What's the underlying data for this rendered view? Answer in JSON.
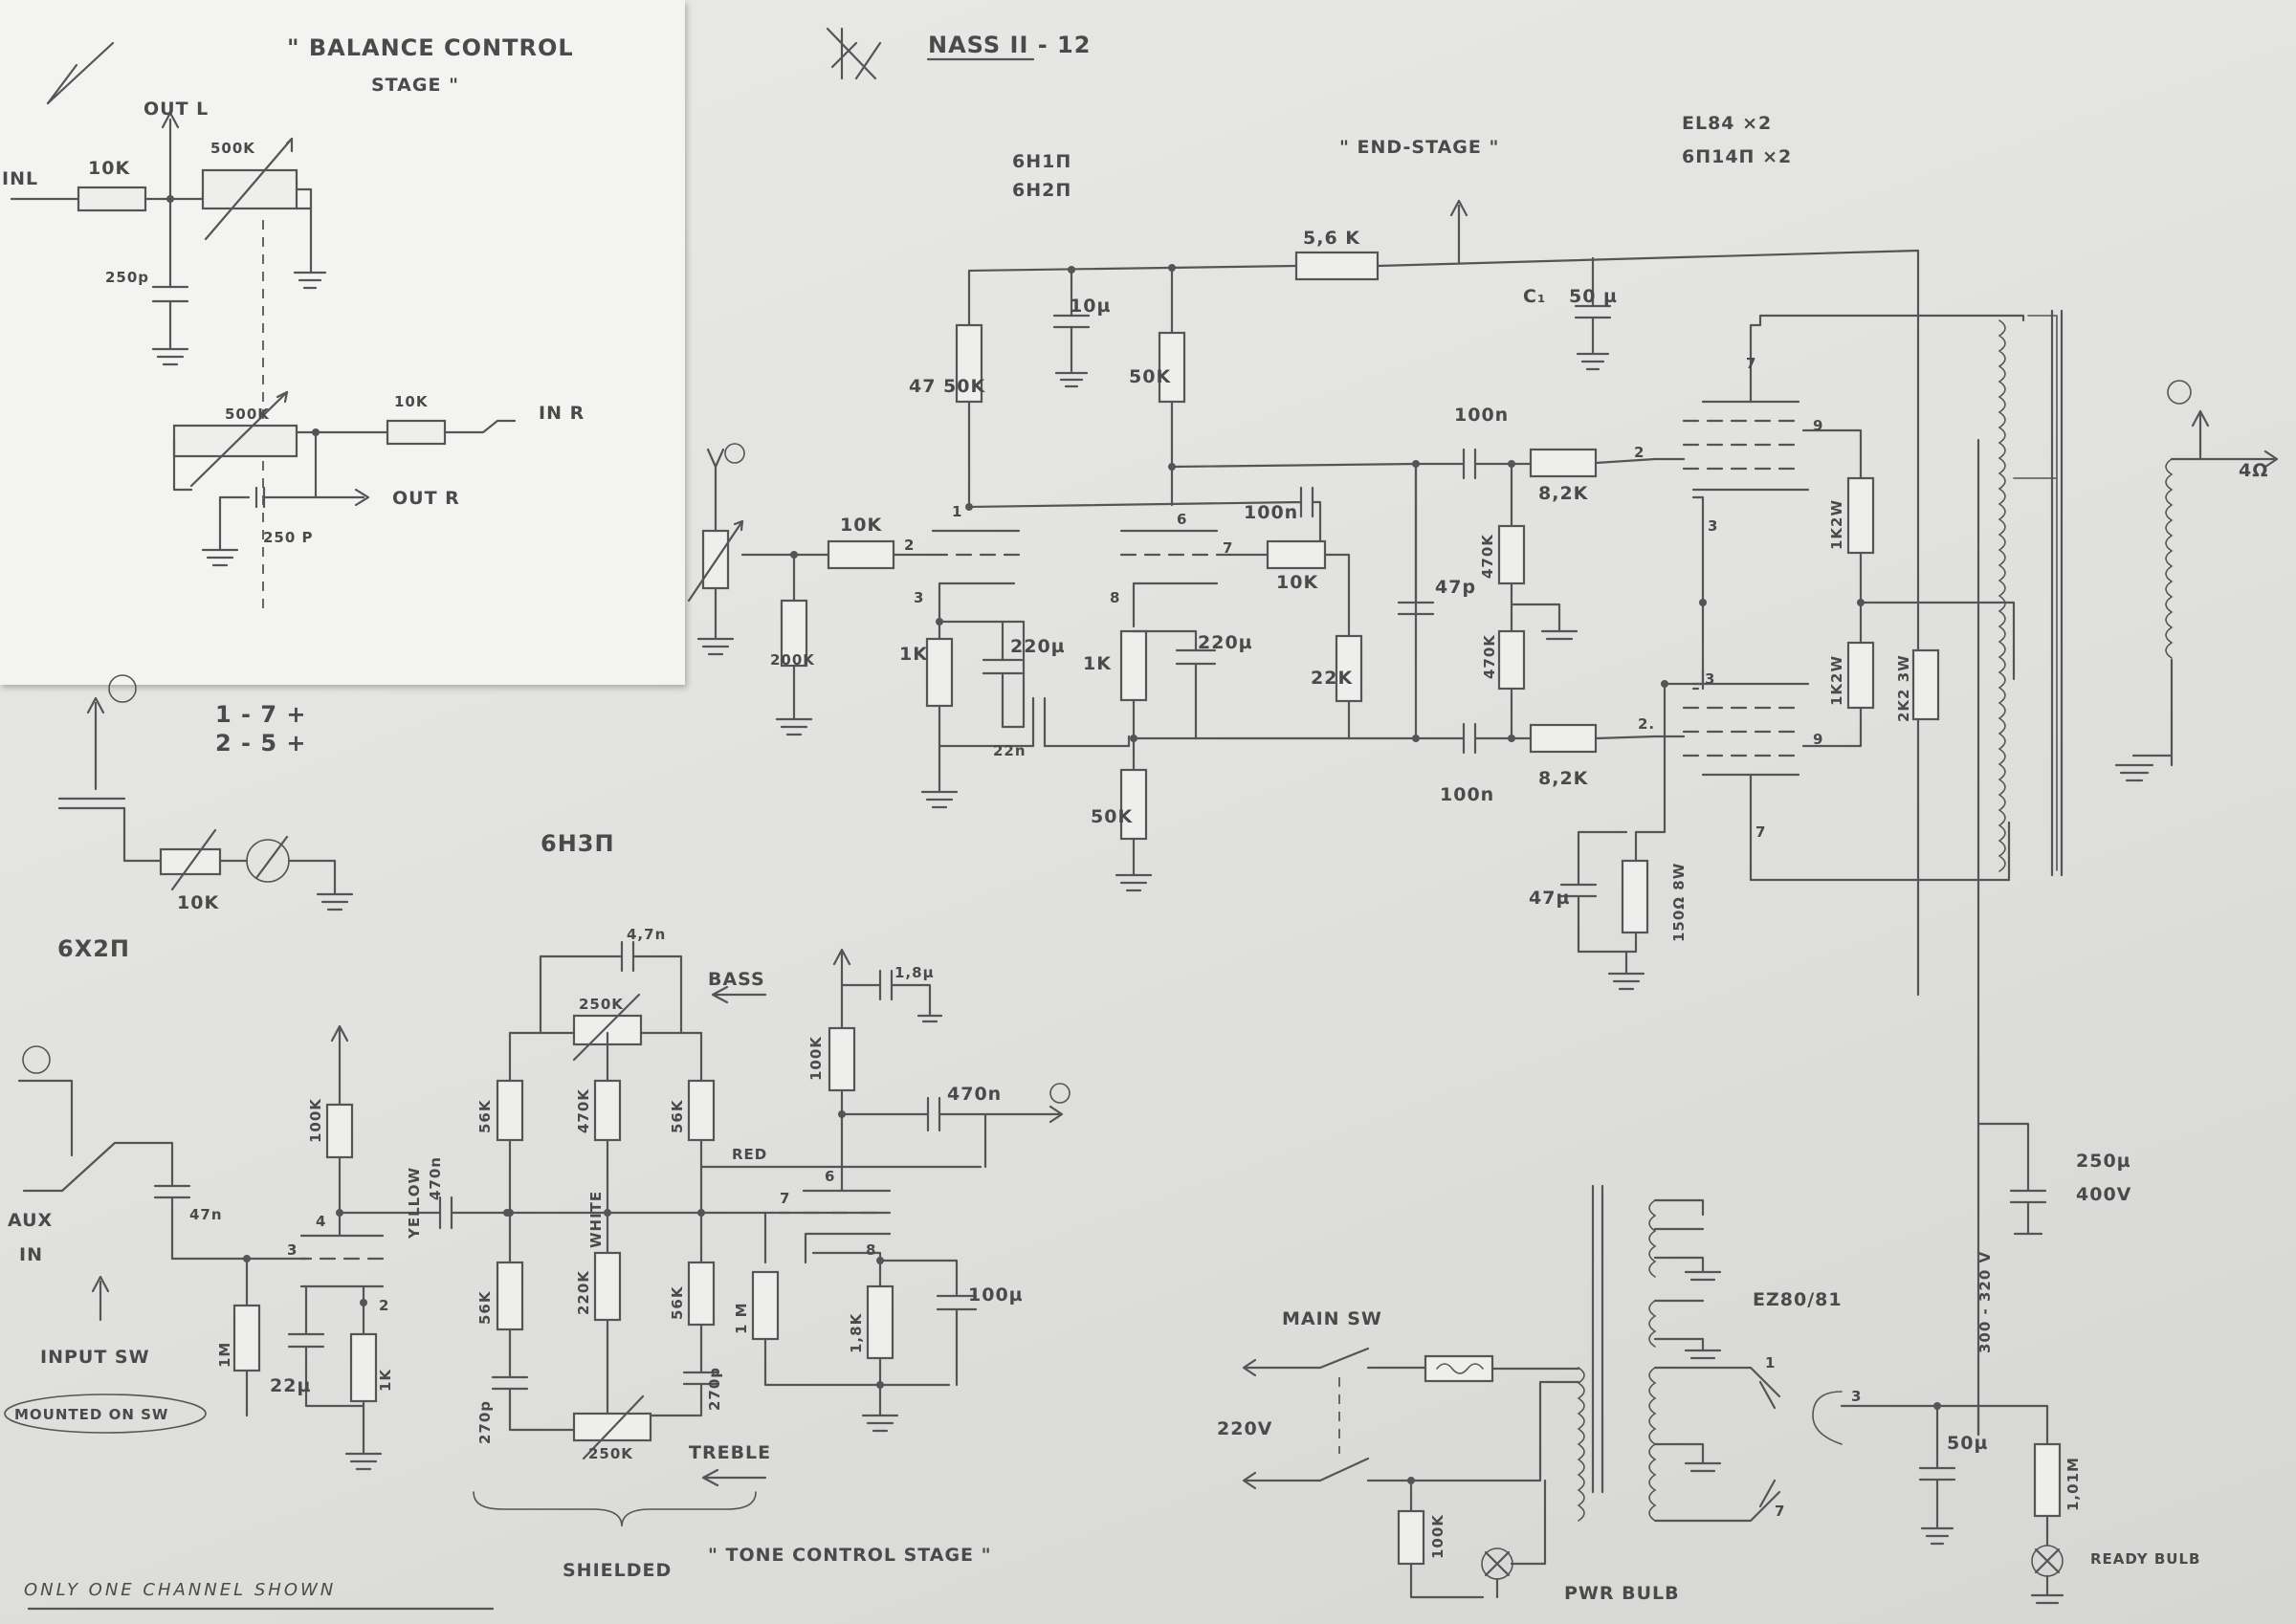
{
  "balance": {
    "title_l1": "\" BALANCE CONTROL",
    "title_l2": "STAGE \"",
    "in_l": "INL",
    "in_r": "IN R",
    "out_l": "OUT L",
    "out_r": "OUT R",
    "r_l": "10K",
    "r_r": "10K",
    "pot_l": "500K",
    "pot_r": "500K",
    "cap_l": "250p",
    "cap_r": "250 P"
  },
  "header": {
    "title": "NASS II - 12",
    "tubes_driver_l1": "6H1П",
    "tubes_driver_l2": "6H2П",
    "end_stage": "\" END-STAGE \"",
    "output_tubes_l1": "EL84 ×2",
    "output_tubes_l2": "6П14П ×2"
  },
  "driver": {
    "r_in": "10K",
    "r_grid": "200K",
    "r_plate_a": "47 50K",
    "r_plate_b": "50K",
    "c_decouple": "10µ",
    "r_supply": "5,6 K",
    "c1_label": "C₁",
    "c1_value": "50 µ",
    "r_cath_a": "1K",
    "r_cath_b": "1K",
    "c_cath_a": "220µ",
    "c_cath_b": "220µ",
    "c_22n": "22n",
    "r_tail": "50K",
    "c_100n_fb": "100n",
    "r_10k_grid": "10K",
    "r_22k": "22K",
    "c_47p": "47p",
    "pin_1": "1",
    "pin_2": "2",
    "pin_3": "3",
    "pin_6": "6",
    "pin_7": "7",
    "pin_8": "8"
  },
  "output": {
    "c_couple_top": "100n",
    "c_couple_bot": "100n",
    "r_grid_top": "8,2K",
    "r_grid_bot": "8,2K",
    "r_470k_a": "470K",
    "r_470k_b": "470K",
    "r_g2_top": "1K2W",
    "r_g2_bot": "1K2W",
    "r_2k2": "2K2 3W",
    "c_cath": "47µ",
    "r_cath": "150Ω 8W",
    "imp": "4Ω",
    "pin_t7": "7",
    "pin_t9": "9",
    "pin_t2": "2",
    "pin_t3": "3",
    "pin_b3": "3",
    "pin_b2": "2.",
    "pin_b9": "9",
    "pin_b7": "7"
  },
  "vu": {
    "note_l1": "1 - 7 +",
    "note_l2": "2 - 5 +",
    "r_vu": "10K",
    "tube": "6X2П"
  },
  "tone": {
    "tube": "6H3П",
    "bass": "BASS",
    "treble": "TREBLE",
    "c_bass": "4,7n",
    "pot_bass": "250K",
    "pot_treble": "250K",
    "r_56k_a": "56K",
    "r_470k": "470K",
    "r_56k_b": "56K",
    "r_56k_c": "56K",
    "r_220k": "220K",
    "r_56k_d": "56K",
    "c_270p_a": "270p",
    "c_270p_b": "270p",
    "wire_white": "WHITE",
    "wire_red": "RED",
    "wire_yellow": "YELLOW",
    "c_470n_in": "470n",
    "c_470n_out": "470n",
    "r_100k": "100K",
    "c_1_8": "1,8µ",
    "r_1m": "1 M",
    "r_1_8k": "1,8K",
    "c_100u": "100µ",
    "shielded": "SHIELDED",
    "stage": "\" TONE CONTROL STAGE \"",
    "c_47n": "47n",
    "c_22u": "22µ",
    "r_1meg": "1M",
    "r_cath_in": "1K",
    "r_plate_in": "100K",
    "pin_3": "3",
    "pin_4": "4",
    "pin_2": "2",
    "pin_6": "6",
    "pin_7": "7",
    "pin_8": "8"
  },
  "input": {
    "aux_l1": "AUX",
    "aux_l2": "IN",
    "sw_l1": "INPUT SW",
    "sw_l2": "MOUNTED ON SW"
  },
  "psu": {
    "main_sw": "MAIN SW",
    "mains": "220V",
    "rect": "EZ80/81",
    "c_filter": "50µ",
    "c_res": "250µ",
    "c_res_v": "400V",
    "b_plus": "300 - 320 V",
    "r_bleed": "1,01M",
    "r_lamp": "100K",
    "ready": "READY BULB",
    "pwr": "PWR BULB",
    "pin_1": "1",
    "pin_7": "7",
    "pin_3": "3"
  },
  "footer": "ONLY ONE CHANNEL SHOWN"
}
